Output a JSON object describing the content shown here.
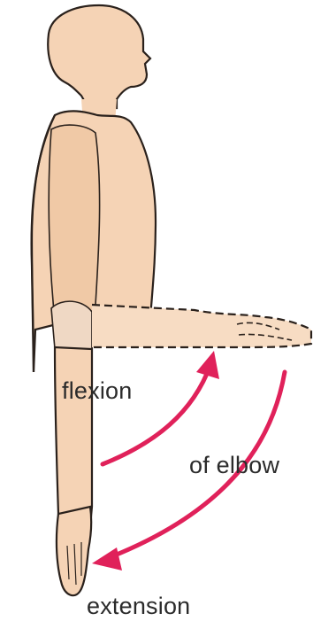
{
  "labels": {
    "flexion": "flexion",
    "of_elbow": "of elbow",
    "extension": "extension"
  },
  "colors": {
    "skin": "#f5d3b5",
    "skin_shade": "#e9bd98",
    "outline": "#2a211c",
    "arrow": "#e0215a",
    "text": "#2b2b2b"
  }
}
